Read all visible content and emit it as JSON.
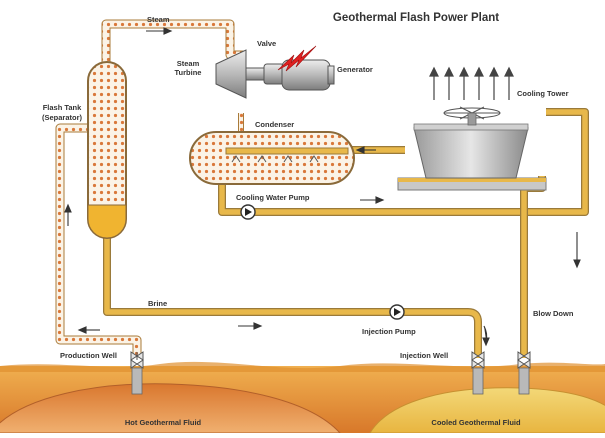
{
  "title": "Geothermal Flash Power Plant",
  "labels": {
    "steam": "Steam",
    "valve": "Valve",
    "generator": "Generator",
    "steam_turbine_1": "Steam",
    "steam_turbine_2": "Turbine",
    "flash_tank_1": "Flash Tank",
    "flash_tank_2": "(Separator)",
    "condenser": "Condenser",
    "cooling_tower": "Cooling Tower",
    "cooling_water_pump": "Cooling Water Pump",
    "brine": "Brine",
    "injection_pump": "Injection Pump",
    "blow_down": "Blow Down",
    "production_well": "Production Well",
    "injection_well": "Injection Well",
    "hot_fluid": "Hot Geothermal Fluid",
    "cooled_fluid": "Cooled Geothermal Fluid"
  },
  "colors": {
    "pipe": "#e8b84a",
    "pipe_edge": "#9a7a3a",
    "steam_dot": "#d9783a",
    "ground": "#e89a3a",
    "hot_reservoir": "#e8a35a",
    "cooled_reservoir": "#f0cf6a",
    "bolt": "#e02020",
    "machine": "#a8a8a8"
  }
}
